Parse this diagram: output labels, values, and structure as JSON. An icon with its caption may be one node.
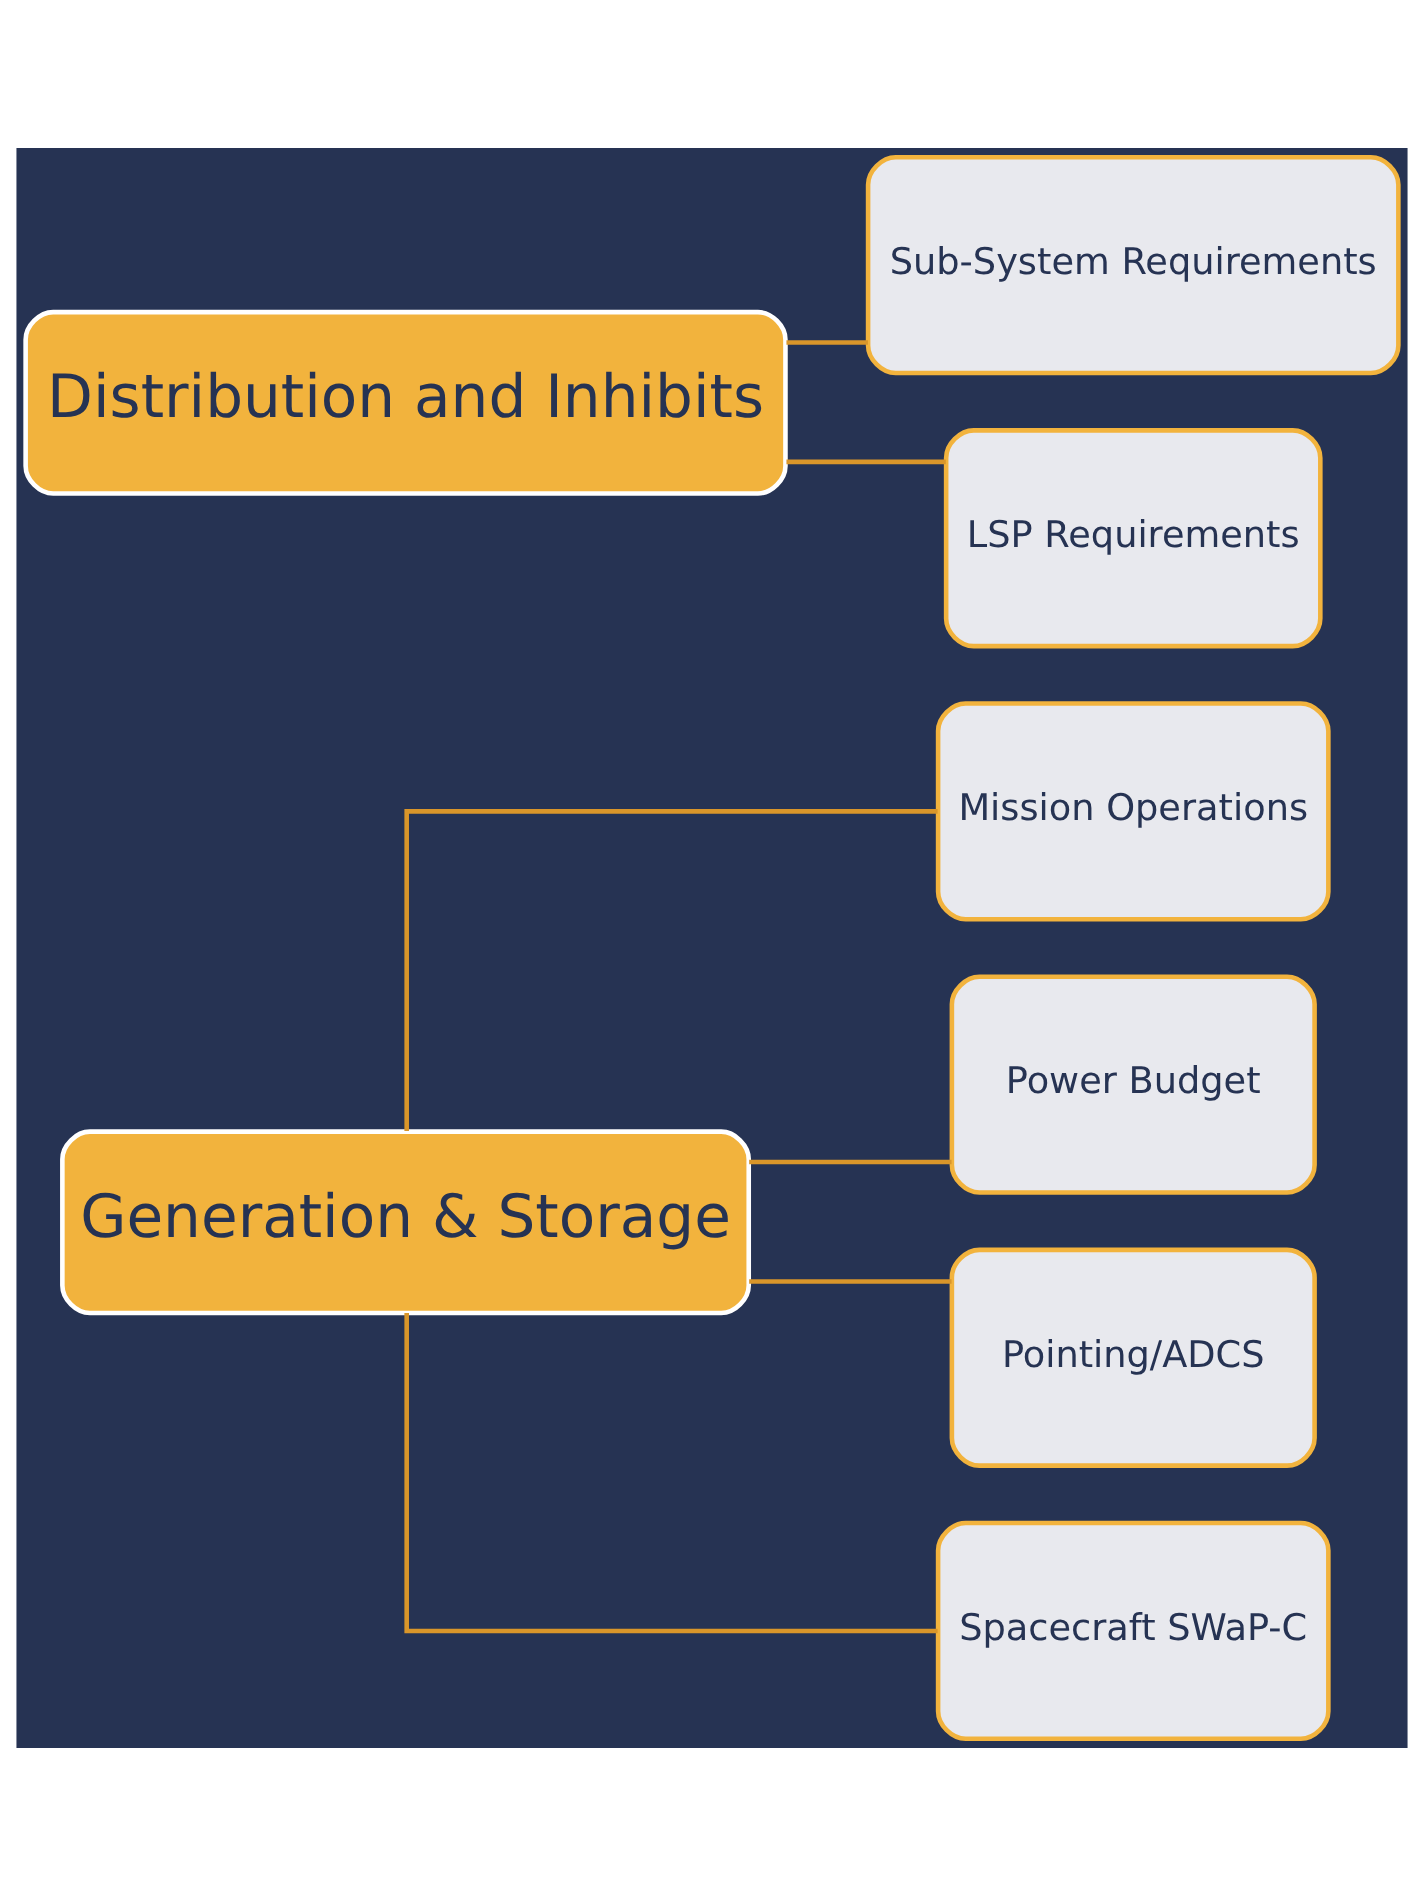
{
  "diagram": {
    "nodes": [
      {
        "text": [
          "Generation & Storage"
        ]
      },
      {
        "text": [
          "Mission Operations"
        ]
      },
      {
        "text": [
          "Power Budget"
        ]
      },
      {
        "text": [
          "Pointing/ADCS"
        ]
      },
      {
        "text": [
          "Spacecraft SWaP-C"
        ]
      },
      {
        "text": [
          "Distribution and Inhibits"
        ]
      },
      {
        "text": [
          "Sub-System Requirements"
        ]
      },
      {
        "text": [
          "LSP Requirements"
        ]
      }
    ],
    "edges": [
      {
        "from": 0,
        "to": 1,
        "arrow": "none"
      },
      {
        "from": 0,
        "to": 2,
        "arrow": "none"
      },
      {
        "from": 0,
        "to": 3,
        "arrow": "none"
      },
      {
        "from": 0,
        "to": 4,
        "arrow": "none"
      },
      {
        "from": 5,
        "to": 6,
        "arrow": "none"
      },
      {
        "from": 5,
        "to": 7,
        "arrow": "none"
      }
    ]
  }
}
